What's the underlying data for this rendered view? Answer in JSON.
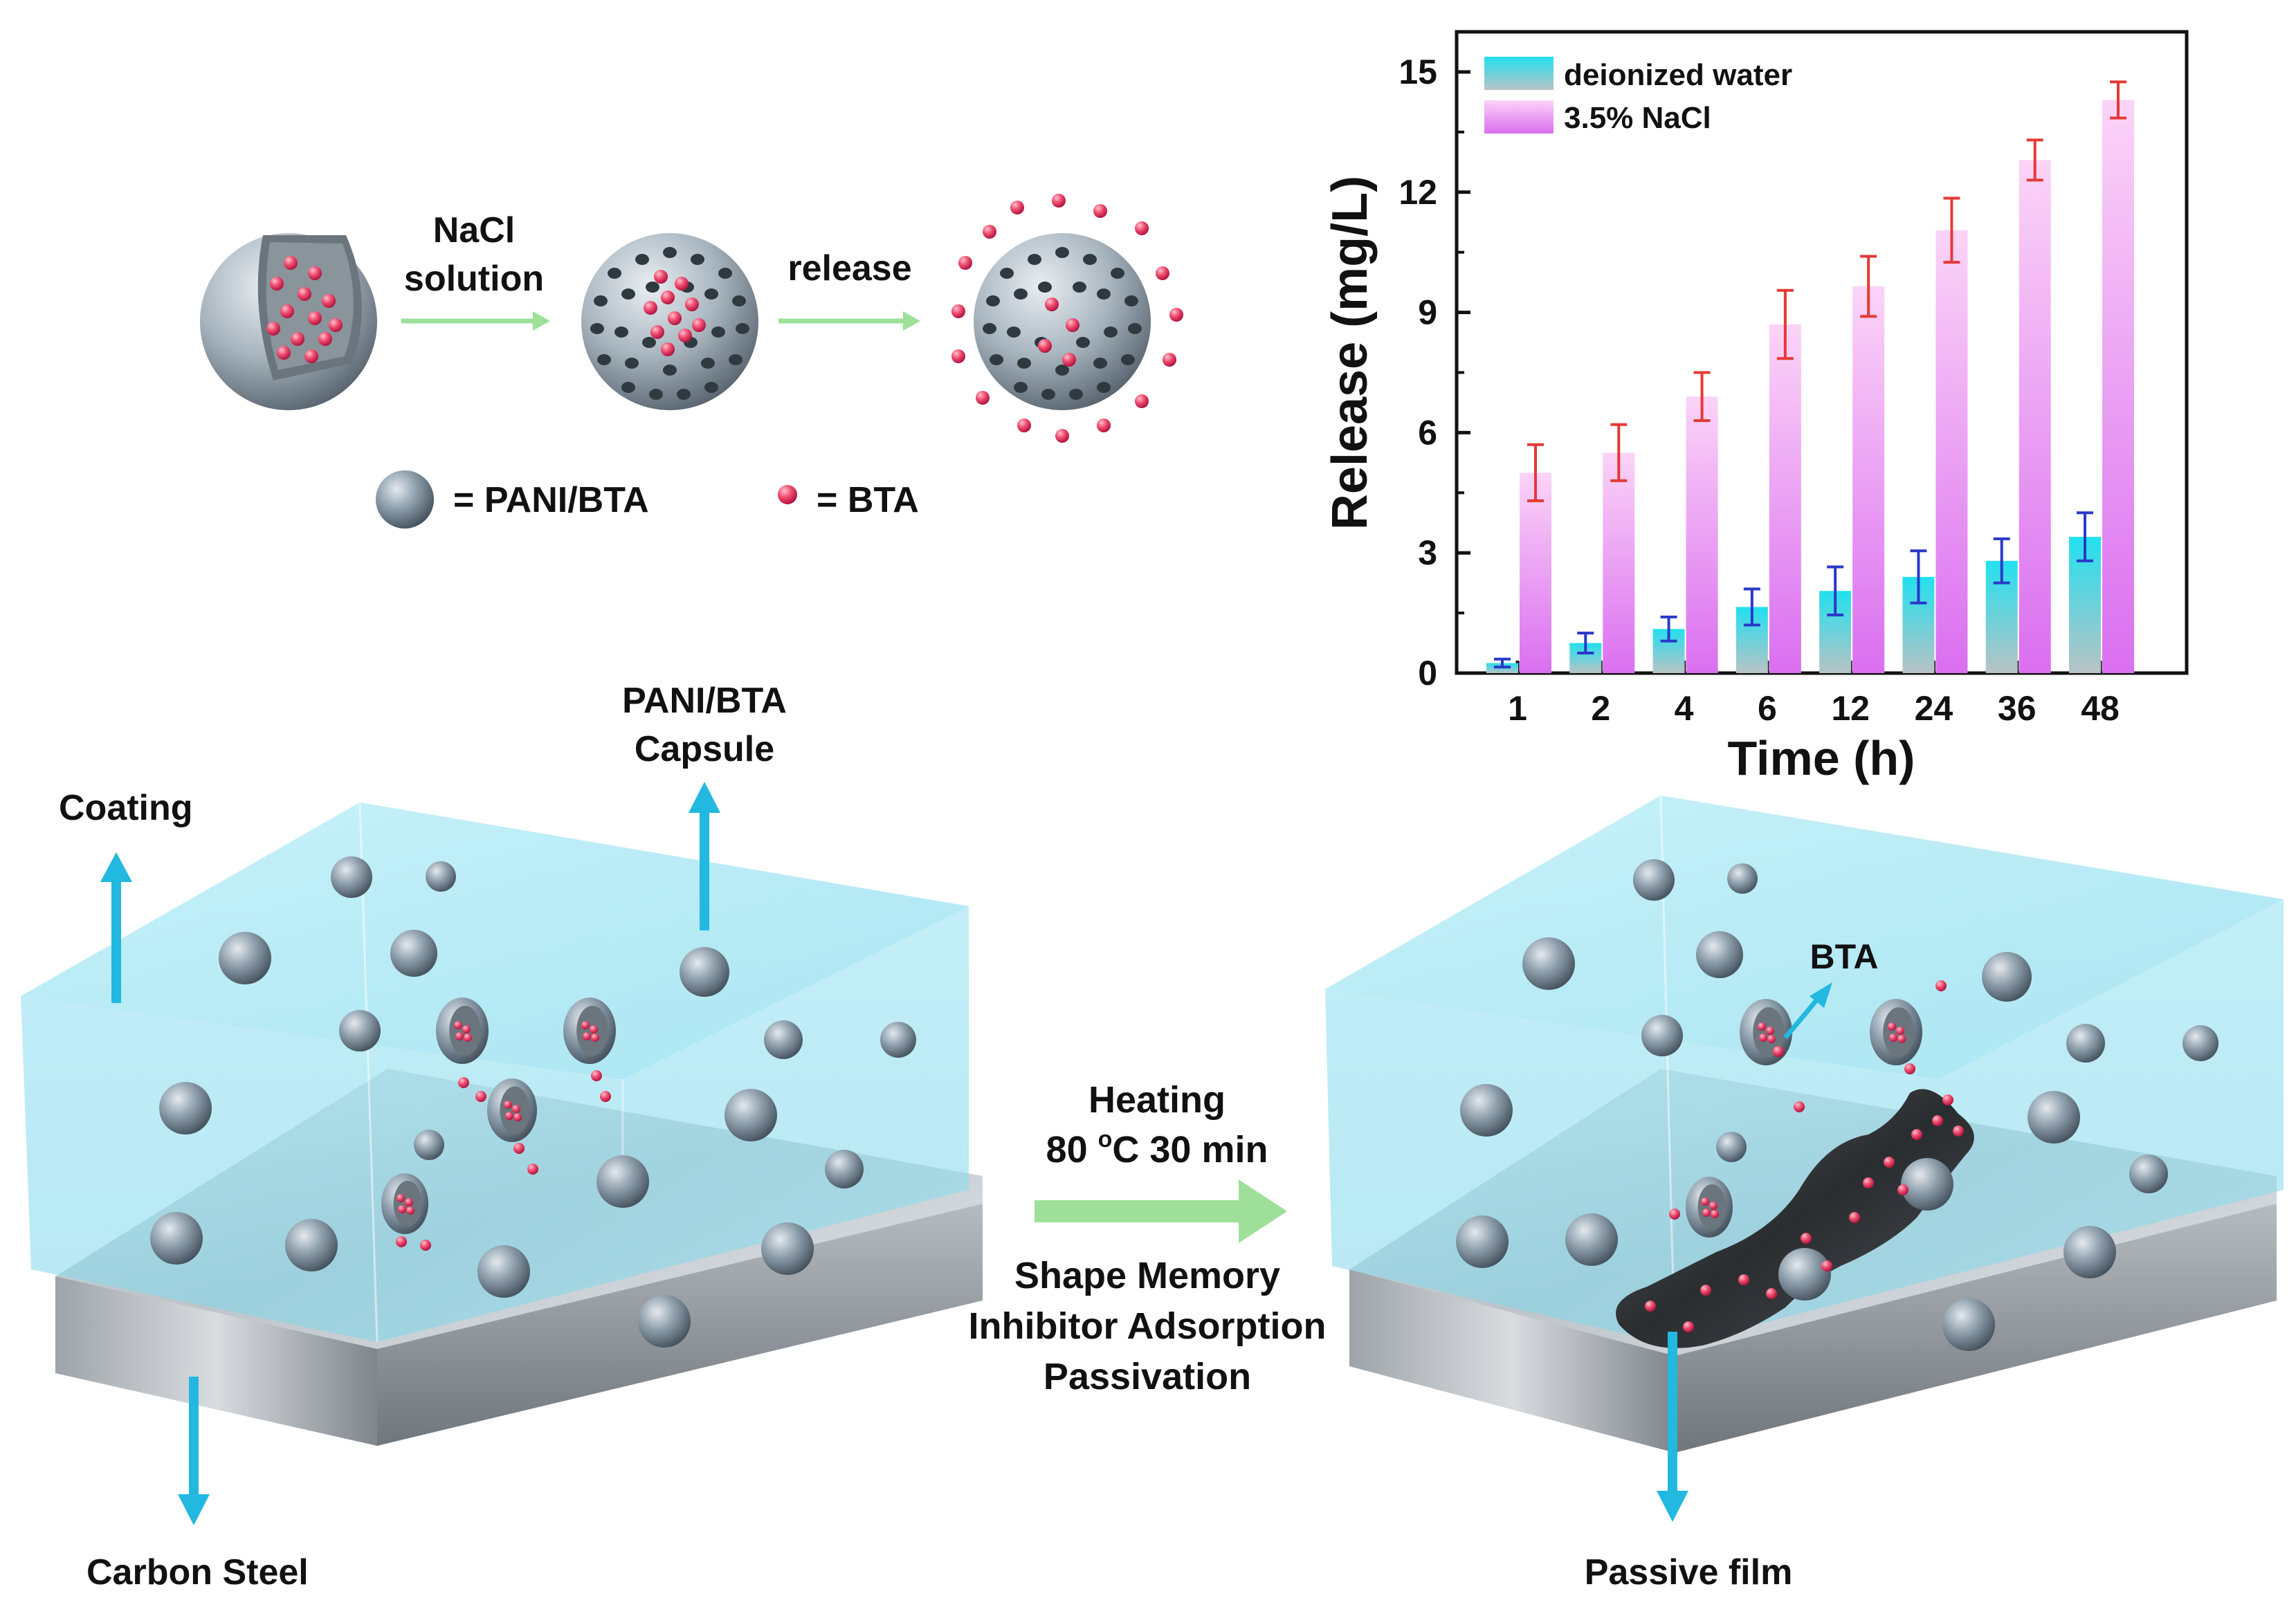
{
  "process": {
    "nacl_line1": "NaCl",
    "nacl_line2": "solution",
    "release": "release",
    "legend_capsule": "= PANI/BTA",
    "legend_bta": "= BTA"
  },
  "labels": {
    "coating": "Coating",
    "capsule_line1": "PANI/BTA",
    "capsule_line2": "Capsule",
    "carbon_steel": "Carbon Steel",
    "heating_line1": "Heating",
    "heating_line2": "80 ",
    "heating_sup": "o",
    "heating_line2b": "C 30 min",
    "effect_line1": "Shape Memory",
    "effect_line2": "Inhibitor Adsorption",
    "effect_line3": "Passivation",
    "bta": "BTA",
    "passive_film": "Passive film"
  },
  "colors": {
    "water": "#2ed8ea",
    "nacl": "#e98cf2",
    "err_water": "#2a39c8",
    "err_nacl": "#e53935",
    "arrow_blue": "#22b8e0",
    "arrow_green": "#9ee09a",
    "bta_dot": "#f0307a"
  },
  "chart_data": {
    "type": "bar",
    "categories": [
      "1",
      "2",
      "4",
      "6",
      "12",
      "24",
      "36",
      "48"
    ],
    "series": [
      {
        "name": "deionized water",
        "values": [
          0.25,
          0.75,
          1.1,
          1.65,
          2.05,
          2.4,
          2.8,
          3.4
        ],
        "errors": [
          0.1,
          0.25,
          0.3,
          0.45,
          0.6,
          0.65,
          0.55,
          0.6
        ]
      },
      {
        "name": "3.5% NaCl",
        "values": [
          5.0,
          5.5,
          6.9,
          8.7,
          9.65,
          11.05,
          12.8,
          14.3
        ],
        "errors": [
          0.7,
          0.7,
          0.6,
          0.85,
          0.75,
          0.8,
          0.5,
          0.45
        ]
      }
    ],
    "xlabel": "Time (h)",
    "ylabel": "Release (mg/L)",
    "ylim": [
      0,
      16
    ],
    "yticks": [
      0,
      3,
      6,
      9,
      12,
      15
    ],
    "legend_position": "top-left"
  }
}
